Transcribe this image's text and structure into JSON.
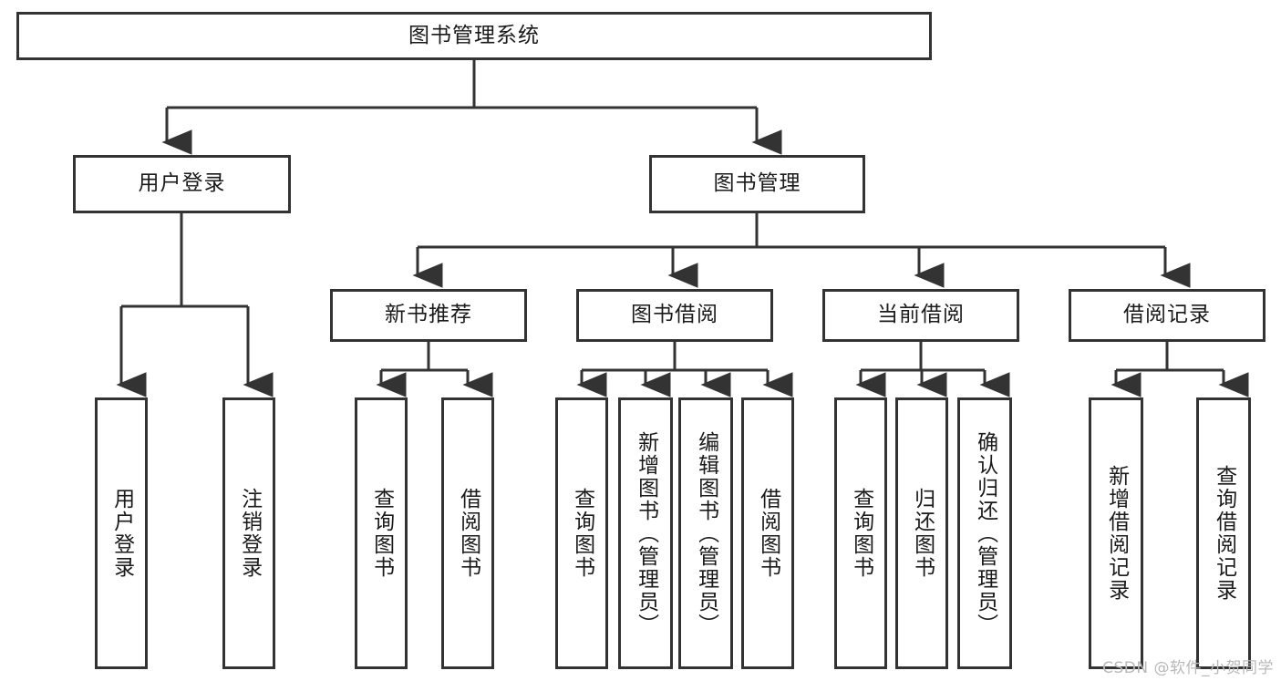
{
  "diagram": {
    "title": "图书管理系统",
    "root": {
      "label": "图书管理系统"
    },
    "level2": [
      {
        "label": "用户登录"
      },
      {
        "label": "图书管理"
      }
    ],
    "level3": [
      {
        "label": "新书推荐"
      },
      {
        "label": "图书借阅"
      },
      {
        "label": "当前借阅"
      },
      {
        "label": "借阅记录"
      }
    ],
    "leaves_user_login": [
      {
        "label": "用户登录"
      },
      {
        "label": "注销登录"
      }
    ],
    "leaves_new_book": [
      {
        "label": "查询图书"
      },
      {
        "label": "借阅图书"
      }
    ],
    "leaves_borrow": [
      {
        "label": "查询图书"
      },
      {
        "label": "新增图书（管理员）"
      },
      {
        "label": "编辑图书（管理员）"
      },
      {
        "label": "借阅图书"
      }
    ],
    "leaves_current": [
      {
        "label": "查询图书"
      },
      {
        "label": "归还图书"
      },
      {
        "label": "确认归还（管理员）"
      }
    ],
    "leaves_records": [
      {
        "label": "新增借阅记录"
      },
      {
        "label": "查询借阅记录"
      }
    ],
    "colors": {
      "border": "#333333",
      "fill": "#ffffff",
      "text": "#1a1a1a",
      "connector": "#333333",
      "watermark": "#b9b9b9"
    }
  },
  "watermark": {
    "text": "CSDN @软件_小贺同学"
  }
}
